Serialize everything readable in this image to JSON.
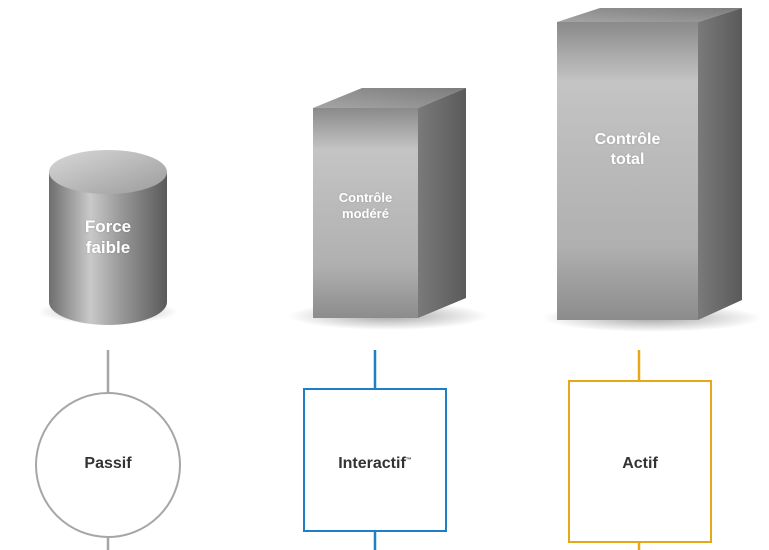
{
  "shapes": {
    "cylinder": {
      "label": "Force\nfaible"
    },
    "box_medium": {
      "label": "Contrôle\nmodéré"
    },
    "box_tall": {
      "label": "Contrôle\ntotal"
    }
  },
  "symbols": {
    "passif": {
      "label": "Passif",
      "color": "#a6a6a6"
    },
    "interactif": {
      "label": "Interactif",
      "trademark": "™",
      "color": "#1f7fc4"
    },
    "actif": {
      "label": "Actif",
      "color": "#e6a817"
    }
  }
}
